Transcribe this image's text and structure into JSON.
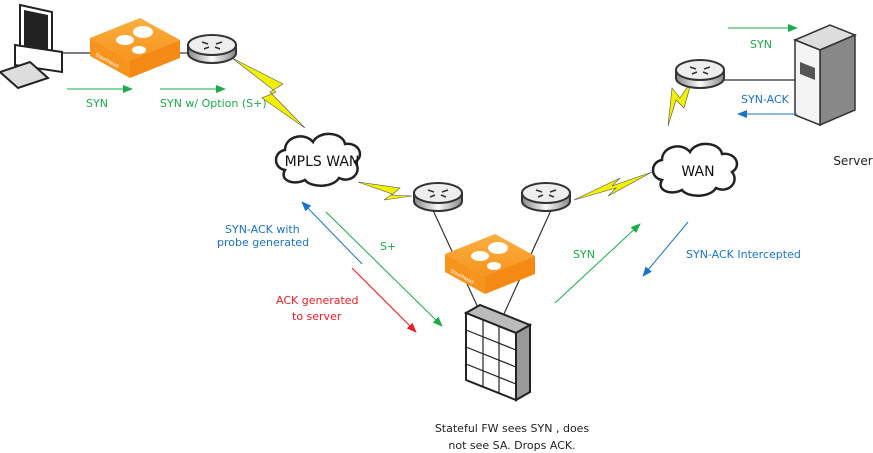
{
  "colors": {
    "green": "#1aab4a",
    "blue": "#1a73c8",
    "red": "#ee1c24",
    "orange": "#f7931e",
    "lightning": "#f2f200",
    "text": "#222222"
  },
  "devices": {
    "client": {
      "icon": "desktop-computer-icon"
    },
    "steelhead_client": {
      "icon": "steelhead-appliance-icon",
      "logo_text": "SteelHead"
    },
    "steelhead_middle": {
      "icon": "steelhead-appliance-icon",
      "logo_text": "SteelHead"
    },
    "firewall": {
      "icon": "firewall-icon"
    },
    "server": {
      "icon": "server-icon",
      "label": "Server"
    }
  },
  "clouds": {
    "mpls": "MPLS WAN",
    "wan": "WAN"
  },
  "labels": {
    "syn_client": "SYN",
    "syn_option": "SYN w/ Option (S+)",
    "syn_server": "SYN",
    "synack_server": "SYN-ACK",
    "synack_probe_1": "SYN-ACK with",
    "synack_probe_2": "probe generated",
    "s_plus": "S+",
    "ack_1": "ACK generated",
    "ack_2": "to server",
    "syn_mid": "SYN",
    "synack_intercepted": "SYN-ACK Intercepted",
    "fw_note_1": "Stateful FW sees SYN , does",
    "fw_note_2": "not see SA. Drops ACK."
  }
}
